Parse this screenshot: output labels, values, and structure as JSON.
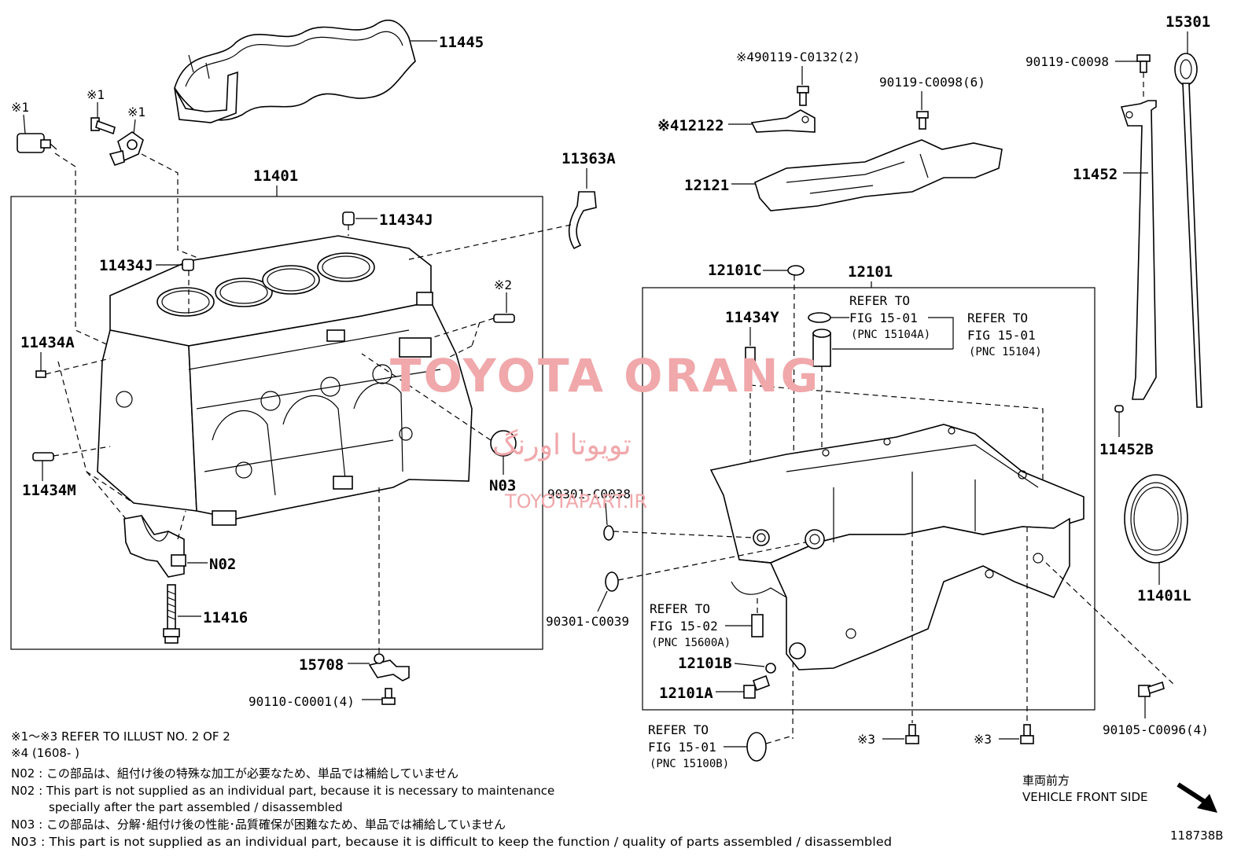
{
  "callouts": {
    "p11445": "11445",
    "p11401": "11401",
    "p11434j_top": "11434J",
    "p11434j_left": "11434J",
    "p11363a": "11363A",
    "mark2": "※2",
    "mark1_a": "※1",
    "mark1_b": "※1",
    "mark1_c": "※1",
    "p11434a": "11434A",
    "p11434m": "11434M",
    "pN03": "N03",
    "pN02": "N02",
    "p11416": "11416",
    "p15708": "15708",
    "p90110": "90110-C0001(4)",
    "p490119": "※490119-C0132(2)",
    "p90119_6": "90119-C0098(6)",
    "p12122": "※412122",
    "p12121": "12121",
    "p15301": "15301",
    "p90119": "90119-C0098",
    "p11452": "11452",
    "p11452b": "11452B",
    "p11401l": "11401L",
    "p12101c": "12101C",
    "p12101": "12101",
    "p11434y": "11434Y",
    "p90301_38": "90301-C0038",
    "p90301_39": "90301-C0039",
    "p12101b": "12101B",
    "p12101a": "12101A",
    "p90105": "90105-C0096(4)",
    "mark3_a": "※3",
    "mark3_b": "※3"
  },
  "refs": {
    "fig1501a_1": "REFER TO",
    "fig1501a_2": "FIG 15-01",
    "fig1501a_3": "(PNC 15104A)",
    "fig1501b_1": "REFER TO",
    "fig1501b_2": "FIG 15-01",
    "fig1501b_3": "(PNC 15104)",
    "fig1502_1": "REFER TO",
    "fig1502_2": "FIG 15-02",
    "fig1502_3": "(PNC 15600A)",
    "fig1501c_1": "REFER TO",
    "fig1501c_2": "FIG 15-01",
    "fig1501c_3": "(PNC 15100B)"
  },
  "watermark": {
    "line1": "TOYOTA ORANG",
    "line2": "تویوتا اورنگ",
    "line3": "TOYOTAPART.IR"
  },
  "notes": {
    "n1": "※1～※3  REFER TO ILLUST NO. 2 OF 2",
    "n2": "※4 (1608-        )",
    "n3": "N02 : この部品は、組付け後の特殊な加工が必要なため、単品では補給していません",
    "n4": "N02 : This part is not supplied as an individual part, because it is necessary to maintenance",
    "n5": "specially after the part assembled / disassembled",
    "n6": "N03 : この部品は、分解･組付け後の性能･品質確保が困難なため、単品では補給していません",
    "n7": "N03 : This part is not supplied as an individual part, because it is difficult to keep the function / quality of parts  assembled / disassembled"
  },
  "front": {
    "jp": "車両前方",
    "en": "VEHICLE FRONT SIDE"
  },
  "figure_code": "118738B",
  "colors": {
    "watermark": "#f0a8ab",
    "ink": "#000000"
  }
}
